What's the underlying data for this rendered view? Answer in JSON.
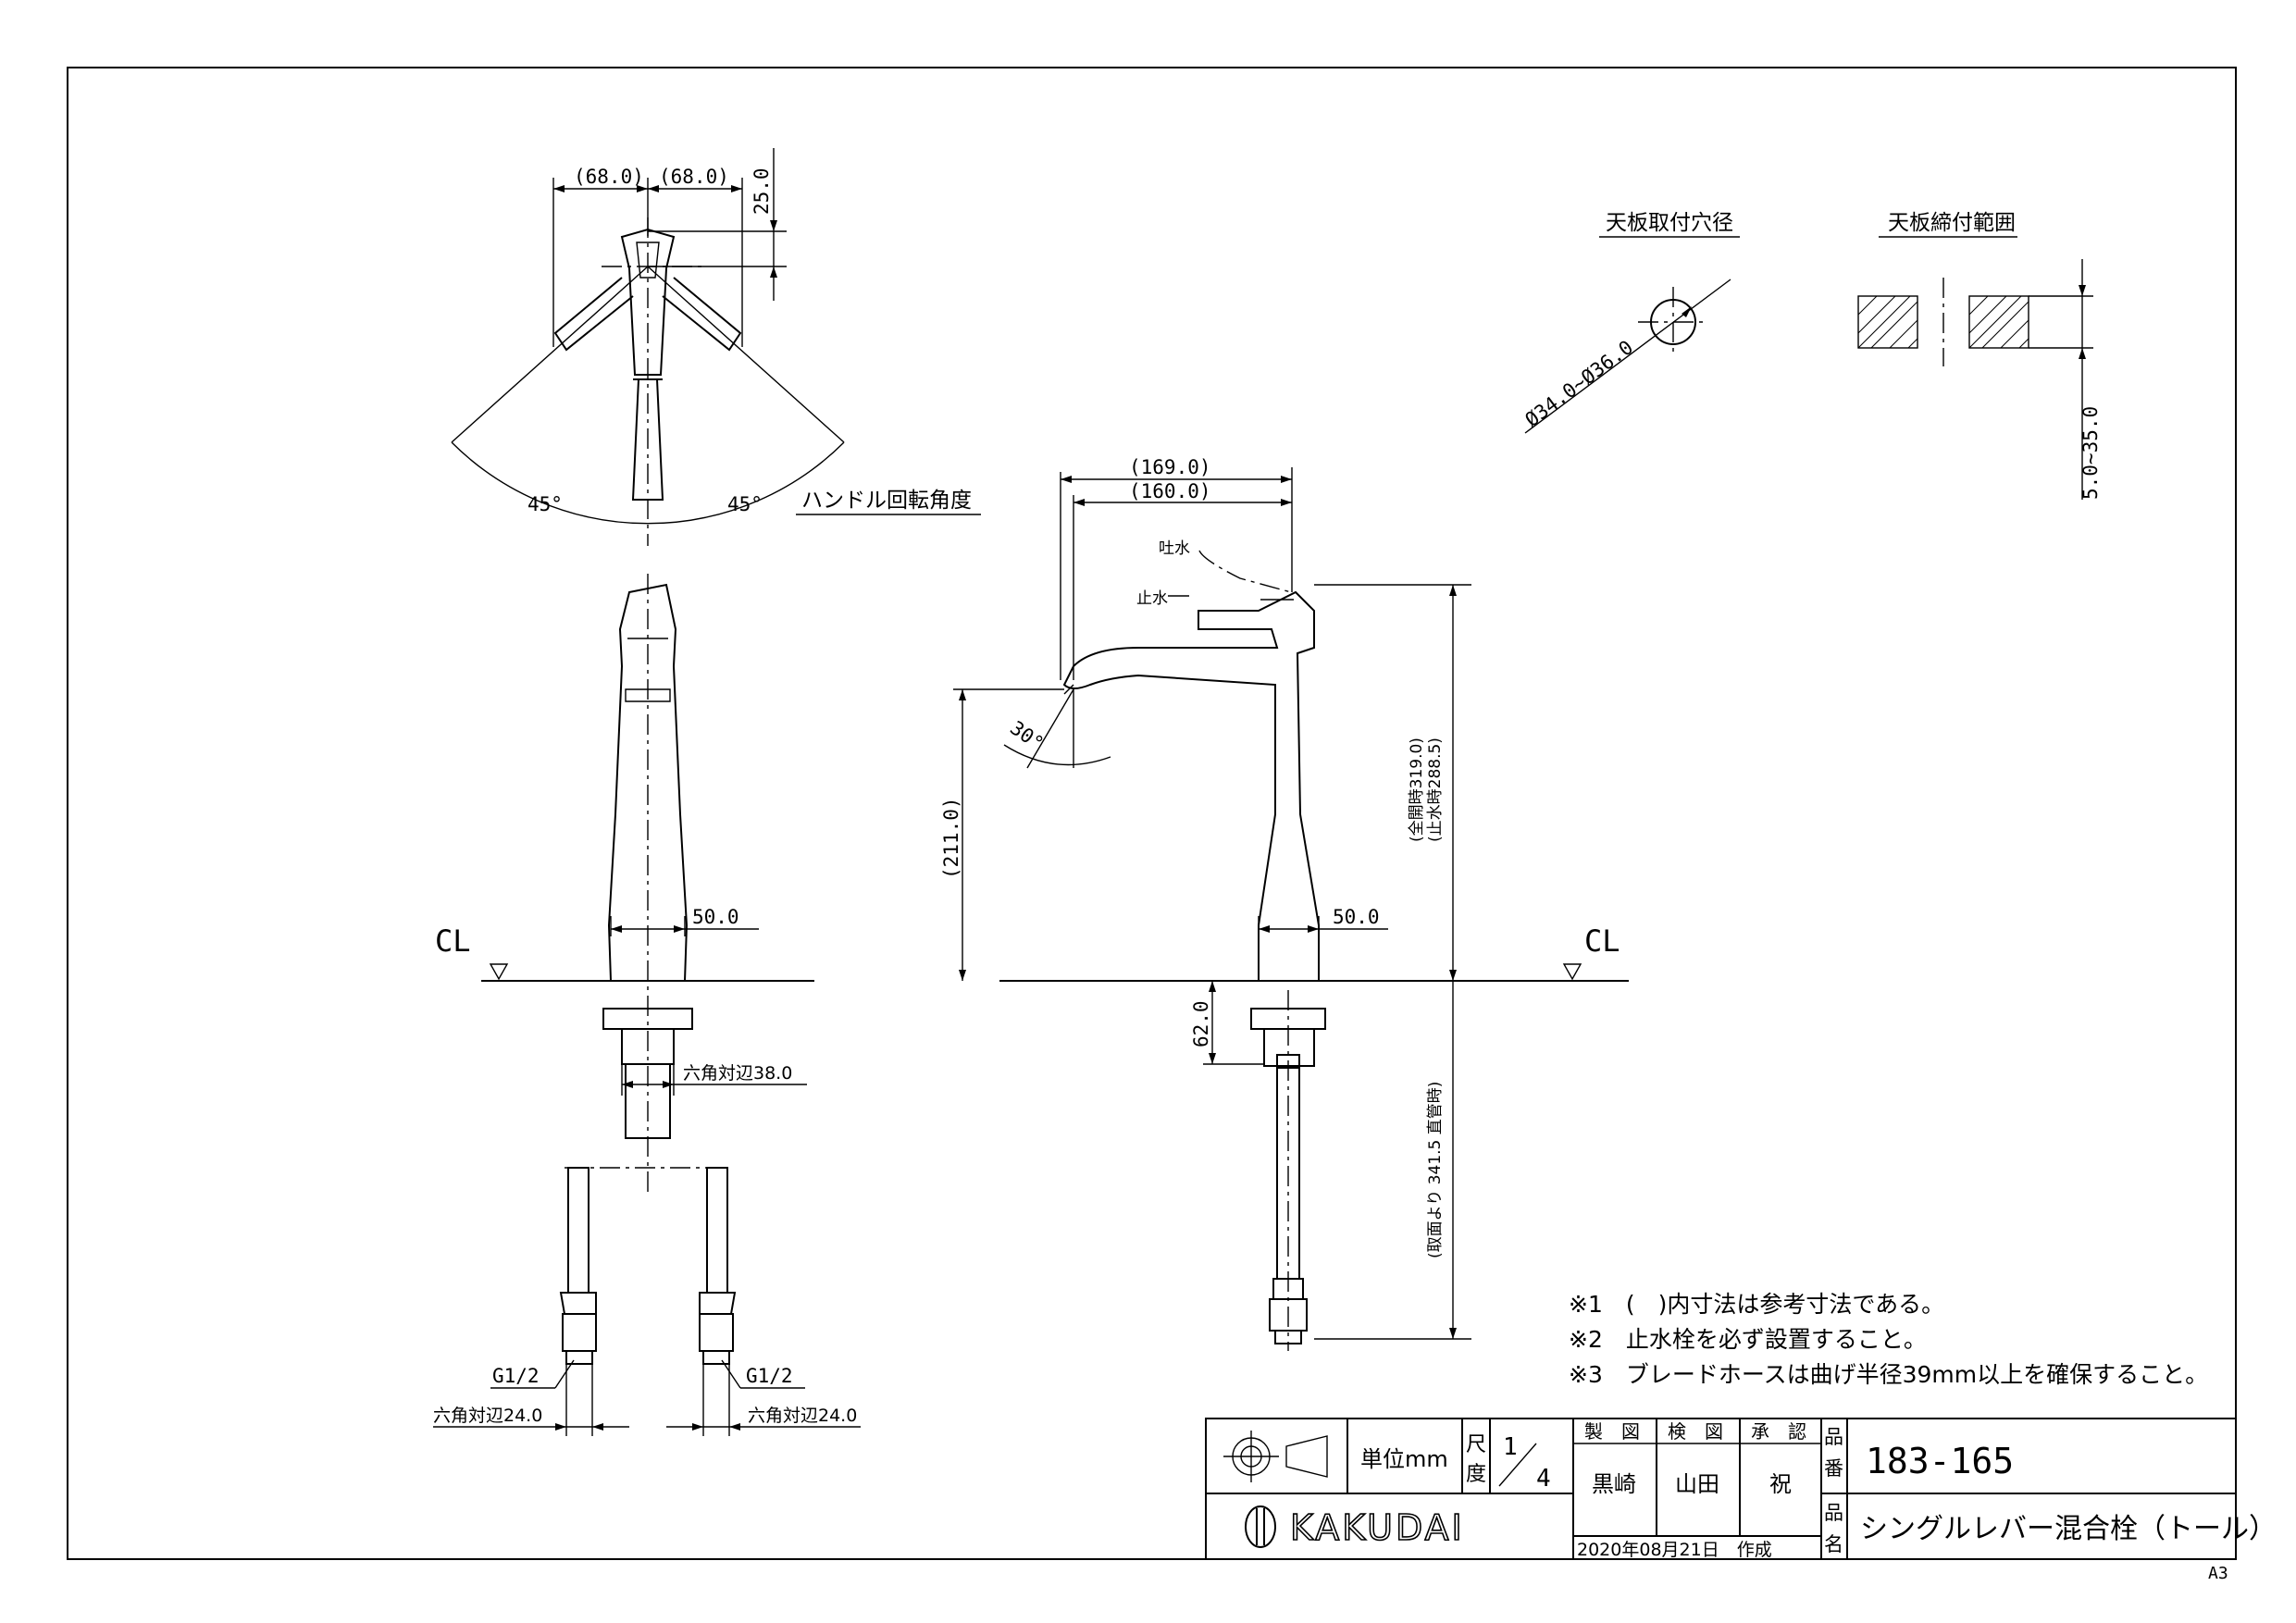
{
  "views": {
    "top": {
      "dim_left": "(68.0)",
      "dim_right": "(68.0)",
      "dim_height": "25.0",
      "angle_left": "45°",
      "angle_right": "45°",
      "handle_rotation_label": "ハンドル回転角度"
    },
    "front": {
      "body_width": "50.0",
      "center_label": "CL",
      "hex_nut": "六角対辺38.0",
      "thread_left": "G1/2",
      "thread_right": "G1/2",
      "hex_left": "六角対辺24.0",
      "hex_right": "六角対辺24.0"
    },
    "side": {
      "reach_outer": "(169.0)",
      "reach_inner": "(160.0)",
      "label_spout": "吐水",
      "label_stop": "止水",
      "spout_angle": "30°",
      "spout_height": "(211.0)",
      "height_open": "(全開時319.0)",
      "height_closed": "(止水時288.5)",
      "body_width": "50.0",
      "center_label": "CL",
      "under_counter": "62.0",
      "hose_length": "(取面より 341.5 直管時)"
    },
    "mounting": {
      "hole_title": "天板取付穴径",
      "hole_dim": "Ø34.0~Ø36.0",
      "range_title": "天板締付範囲",
      "range_dim": "5.0~35.0"
    }
  },
  "notes": [
    "※1　(　)内寸法は参考寸法である。",
    "※2　止水栓を必ず設置すること。",
    "※3　ブレードホースは曲げ半径39mm以上を確保すること。"
  ],
  "title_block": {
    "unit_label": "単位mm",
    "scale_label_1": "尺",
    "scale_label_2": "度",
    "scale_num": "1",
    "scale_den": "4",
    "made_label": "製　図",
    "check_label": "検　図",
    "approve_label": "承　認",
    "made_by": "黒崎",
    "checked_by": "山田",
    "approved_by": "祝",
    "part_no_label_1": "品",
    "part_no_label_2": "番",
    "part_no": "183-165",
    "part_name_label_1": "品",
    "part_name_label_2": "名",
    "part_name": "シングルレバー混合栓（トール）",
    "date": "2020年08月21日　作成",
    "brand": "KAKUDAI",
    "sheet_size": "A3"
  }
}
